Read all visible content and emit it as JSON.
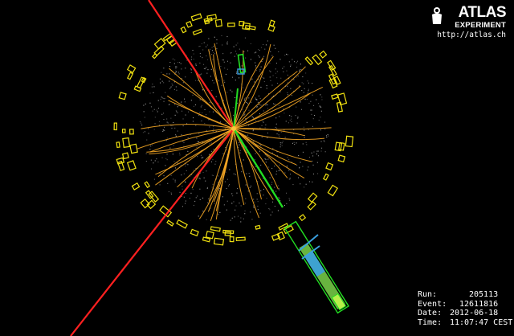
{
  "logo": {
    "main": "ATLAS",
    "sub": "EXPERIMENT",
    "url": "http://atlas.ch"
  },
  "event_info": {
    "run_label": "Run:",
    "run_value": "205113",
    "event_label": "Event:",
    "event_value": "12611816",
    "date_label": "Date:",
    "date_value": "2012-06-18",
    "time_label": "Time:",
    "time_value": "11:07:47 CEST"
  },
  "colors": {
    "background": "#000000",
    "tracks": "#f5a623",
    "muon_line": "#ff2020",
    "calorimeter_towers": "#f0e010",
    "electron_track": "#22dd22",
    "cluster_blue": "#3aa0e0",
    "hits": "#bdbdbd"
  }
}
